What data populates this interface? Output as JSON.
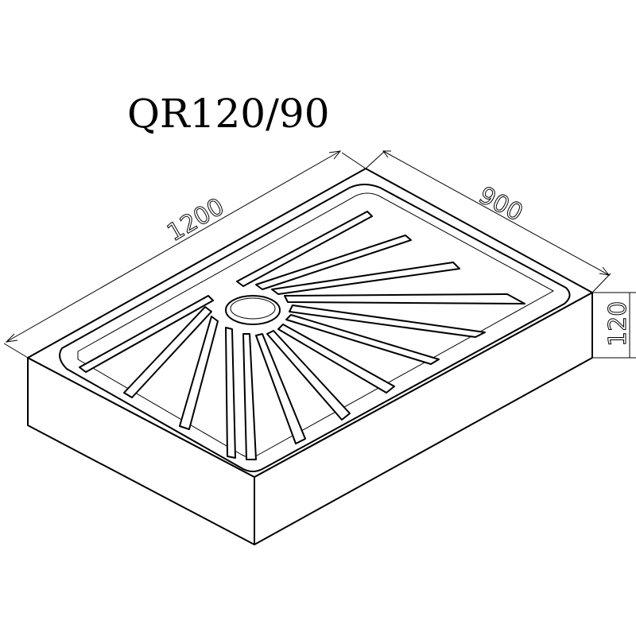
{
  "title": "QR120/90",
  "dimensions": {
    "length": "1200",
    "width": "900",
    "height": "120"
  },
  "colors": {
    "line": "#000000",
    "background": "#ffffff"
  }
}
